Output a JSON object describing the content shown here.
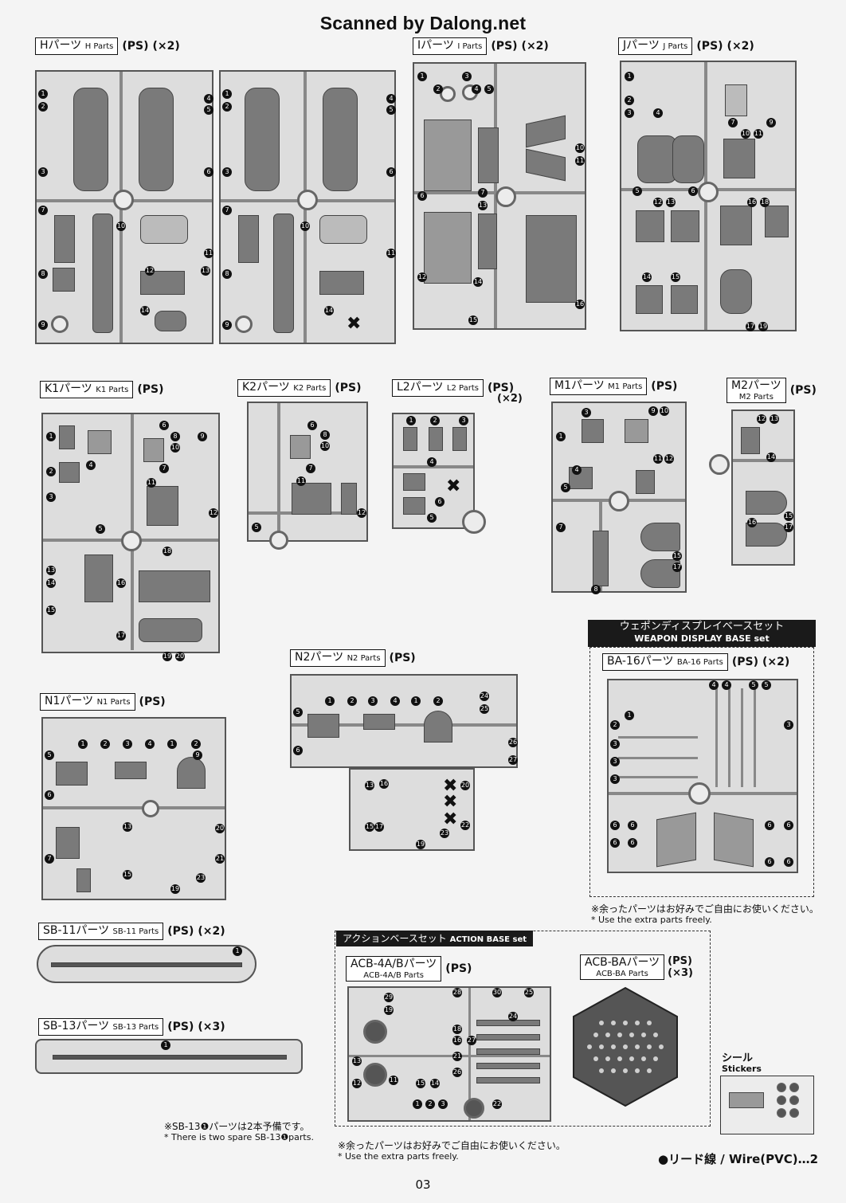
{
  "watermark": "Scanned by Dalong.net",
  "page_number": "03",
  "sets": {
    "H": {
      "jp": "Hパーツ",
      "en": "H Parts",
      "ps": "(PS)",
      "qty": "(×2)"
    },
    "I": {
      "jp": "Iパーツ",
      "en": "I Parts",
      "ps": "(PS)",
      "qty": "(×2)"
    },
    "J": {
      "jp": "Jパーツ",
      "en": "J Parts",
      "ps": "(PS)",
      "qty": "(×2)"
    },
    "K1": {
      "jp": "K1パーツ",
      "en": "K1 Parts",
      "ps": "(PS)"
    },
    "K2": {
      "jp": "K2パーツ",
      "en": "K2 Parts",
      "ps": "(PS)"
    },
    "L2": {
      "jp": "L2パーツ",
      "en": "L2 Parts",
      "ps": "(PS)",
      "qty": "(×2)"
    },
    "M1": {
      "jp": "M1パーツ",
      "en": "M1 Parts",
      "ps": "(PS)"
    },
    "M2": {
      "jp": "M2パーツ",
      "en": "M2 Parts",
      "ps": "(PS)"
    },
    "N1": {
      "jp": "N1パーツ",
      "en": "N1 Parts",
      "ps": "(PS)"
    },
    "N2": {
      "jp": "N2パーツ",
      "en": "N2 Parts",
      "ps": "(PS)"
    },
    "SB11": {
      "jp": "SB-11パーツ",
      "en": "SB-11 Parts",
      "ps": "(PS)",
      "qty": "(×2)"
    },
    "SB13": {
      "jp": "SB-13パーツ",
      "en": "SB-13 Parts",
      "ps": "(PS)",
      "qty": "(×3)"
    },
    "BA16": {
      "jp": "BA-16パーツ",
      "en": "BA-16 Parts",
      "ps": "(PS)",
      "qty": "(×2)"
    },
    "ACB4": {
      "jp": "ACB-4A/Bパーツ",
      "en": "ACB-4A/B Parts",
      "ps": "(PS)"
    },
    "ACBBA": {
      "jp": "ACB-BAパーツ",
      "en": "ACB-BA Parts",
      "ps": "(PS)",
      "qty": "(×3)"
    }
  },
  "weapon_base": {
    "jp": "ウェポンディスプレイベースセット",
    "en": "WEAPON DISPLAY BASE set"
  },
  "action_base": {
    "jp": "アクションベースセット",
    "en": "ACTION BASE set"
  },
  "extra_note": {
    "jp": "※余ったパーツはお好みでご自由にお使いください。",
    "en": "* Use the extra parts freely."
  },
  "sb13_note": {
    "jp": "※SB-13❶パーツは2本予備です。",
    "en": "* There is two spare SB-13❶parts."
  },
  "stickers": {
    "jp": "シール",
    "en": "Stickers"
  },
  "wire": "●リード線 / Wire(PVC)…2"
}
